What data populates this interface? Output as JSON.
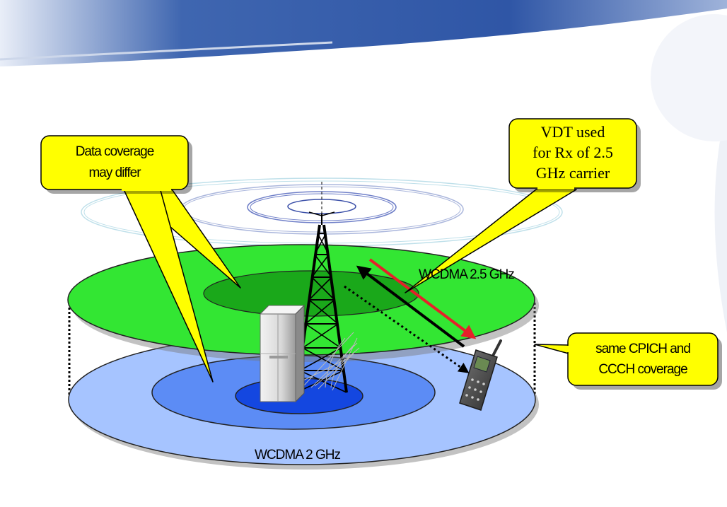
{
  "callouts": {
    "data_coverage": [
      "Data coverage",
      "may differ"
    ],
    "vdt": [
      "VDT used",
      "for Rx of 2.5",
      "GHz carrier"
    ],
    "cpich": [
      "same CPICH and",
      "CCCH coverage"
    ]
  },
  "layers": {
    "upper_label": "WCDMA 2.5 GHz",
    "lower_label": "WCDMA 2 GHz"
  },
  "colors": {
    "banner": "#3f66b0",
    "upper_disc": "#33e633",
    "upper_inner": "#1aa81a",
    "lower_disc": "#a6c4ff",
    "lower_mid": "#5c8cf5",
    "lower_core": "#1447e0",
    "callout_fill": "#ffff00",
    "arrow_red": "#e6202a",
    "arrow_black": "#000000"
  },
  "icons": [
    "tower-icon",
    "base-station-cabinet-icon",
    "mobile-phone-icon"
  ]
}
